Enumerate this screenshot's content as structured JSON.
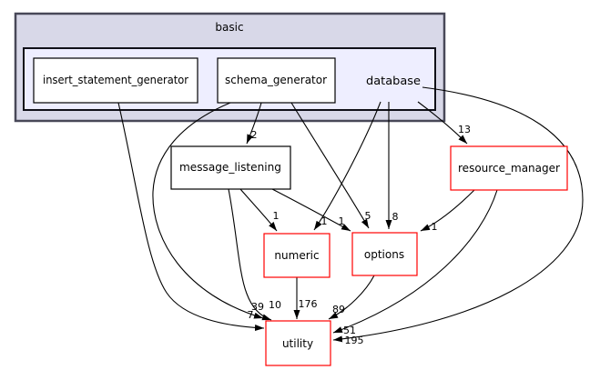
{
  "diagram": {
    "clusters": {
      "outer_label": "basic",
      "inner_label": "database"
    },
    "nodes": [
      {
        "id": "insert_statement_generator",
        "label": "insert_statement_generator",
        "border_color": "#000000"
      },
      {
        "id": "schema_generator",
        "label": "schema_generator",
        "border_color": "#000000"
      },
      {
        "id": "message_listening",
        "label": "message_listening",
        "border_color": "#000000"
      },
      {
        "id": "resource_manager",
        "label": "resource_manager",
        "border_color": "#ff0000"
      },
      {
        "id": "numeric",
        "label": "numeric",
        "border_color": "#ff0000"
      },
      {
        "id": "options",
        "label": "options",
        "border_color": "#ff0000"
      },
      {
        "id": "utility",
        "label": "utility",
        "border_color": "#ff0000"
      }
    ],
    "edges": [
      {
        "from": "schema_generator",
        "to": "message_listening",
        "label": "2"
      },
      {
        "from": "schema_generator",
        "to": "options",
        "label": "5"
      },
      {
        "from": "schema_generator",
        "to": "utility",
        "label": "39"
      },
      {
        "from": "insert_statement_generator",
        "to": "utility",
        "label": "7"
      },
      {
        "from": "database",
        "to": "numeric",
        "label": "1"
      },
      {
        "from": "database",
        "to": "options",
        "label": "8"
      },
      {
        "from": "database",
        "to": "resource_manager",
        "label": "13"
      },
      {
        "from": "database",
        "to": "utility",
        "label": "195"
      },
      {
        "from": "message_listening",
        "to": "numeric",
        "label": "1"
      },
      {
        "from": "message_listening",
        "to": "options",
        "label": "1"
      },
      {
        "from": "message_listening",
        "to": "utility",
        "label": "10"
      },
      {
        "from": "numeric",
        "to": "utility",
        "label": "176"
      },
      {
        "from": "options",
        "to": "utility",
        "label": "89"
      },
      {
        "from": "resource_manager",
        "to": "options",
        "label": "1"
      },
      {
        "from": "resource_manager",
        "to": "utility",
        "label": "51"
      }
    ],
    "colors": {
      "cluster_outer_fill": "#d8d8e8",
      "cluster_outer_border": "#484858",
      "cluster_inner_fill": "#eeeeff",
      "cluster_inner_border": "#101018",
      "node_fill": "#ffffff",
      "node_normal_border": "#000000",
      "node_highlight_border": "#ff0000",
      "edge_color": "#000000"
    }
  }
}
